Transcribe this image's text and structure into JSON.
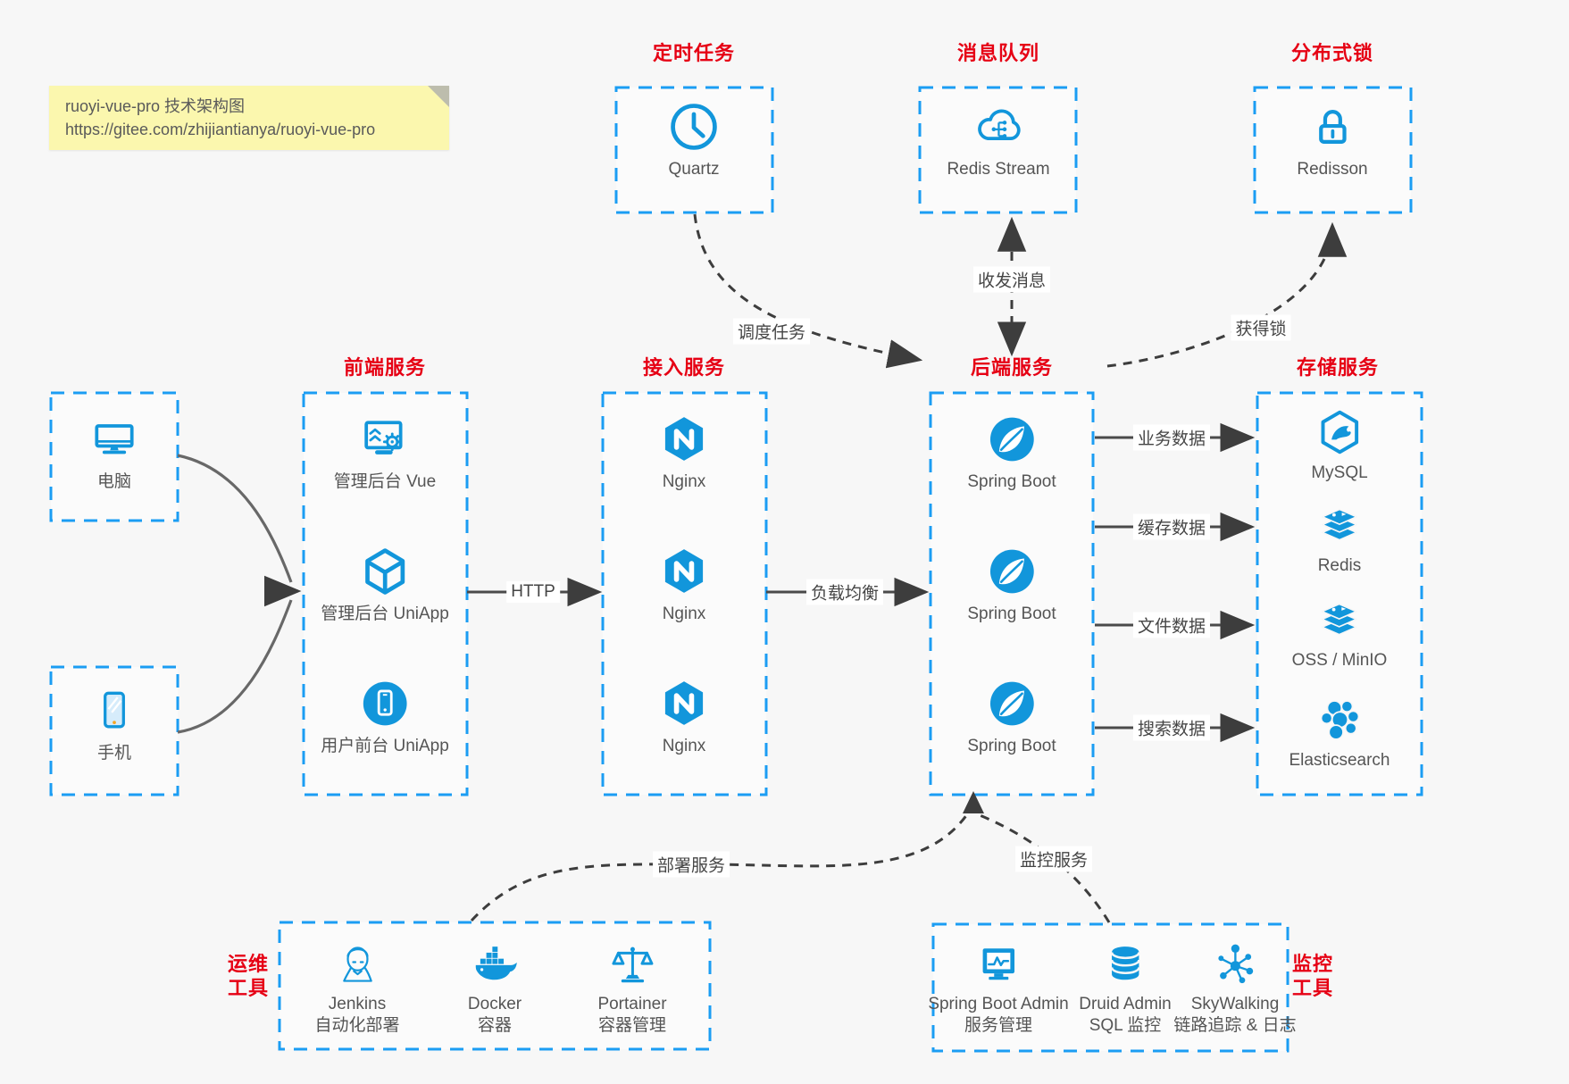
{
  "note": {
    "title": "ruoyi-vue-pro 技术架构图",
    "url": "https://gitee.com/zhijiantianya/ruoyi-vue-pro"
  },
  "colors": {
    "accent_blue": "#1296db",
    "border_blue": "#1b9df3",
    "title_red": "#e60014",
    "background": "#f7f7f7",
    "note_yellow": "#fbf7ae"
  },
  "top_groups": [
    {
      "title": "定时任务",
      "item": {
        "icon": "clock-icon",
        "label": "Quartz"
      }
    },
    {
      "title": "消息队列",
      "item": {
        "icon": "cloud-stream-icon",
        "label": "Redis Stream"
      }
    },
    {
      "title": "分布式锁",
      "item": {
        "icon": "lock-icon",
        "label": "Redisson"
      }
    }
  ],
  "clients": [
    {
      "icon": "desktop-icon",
      "label": "电脑"
    },
    {
      "icon": "mobile-icon",
      "label": "手机"
    }
  ],
  "columns": [
    {
      "title": "前端服务",
      "items": [
        {
          "icon": "admin-vue-icon",
          "label": "管理后台 Vue"
        },
        {
          "icon": "uniapp-cube-icon",
          "label": "管理后台 UniApp"
        },
        {
          "icon": "user-app-icon",
          "label": "用户前台 UniApp"
        }
      ]
    },
    {
      "title": "接入服务",
      "items": [
        {
          "icon": "nginx-icon",
          "label": "Nginx"
        },
        {
          "icon": "nginx-icon",
          "label": "Nginx"
        },
        {
          "icon": "nginx-icon",
          "label": "Nginx"
        }
      ]
    },
    {
      "title": "后端服务",
      "items": [
        {
          "icon": "spring-icon",
          "label": "Spring Boot"
        },
        {
          "icon": "spring-icon",
          "label": "Spring Boot"
        },
        {
          "icon": "spring-icon",
          "label": "Spring Boot"
        }
      ]
    },
    {
      "title": "存储服务",
      "items": [
        {
          "icon": "mysql-icon",
          "label": "MySQL"
        },
        {
          "icon": "redis-icon",
          "label": "Redis"
        },
        {
          "icon": "redis-icon",
          "label": "OSS / MinIO"
        },
        {
          "icon": "elasticsearch-icon",
          "label": "Elasticsearch"
        }
      ]
    }
  ],
  "bottom_groups": [
    {
      "title_line1": "运维",
      "title_line2": "工具",
      "items": [
        {
          "icon": "jenkins-icon",
          "name": "Jenkins",
          "sub": "自动化部署"
        },
        {
          "icon": "docker-icon",
          "name": "Docker",
          "sub": "容器"
        },
        {
          "icon": "portainer-icon",
          "name": "Portainer",
          "sub": "容器管理"
        }
      ]
    },
    {
      "title_line1": "监控",
      "title_line2": "工具",
      "items": [
        {
          "icon": "sba-icon",
          "name": "Spring Boot Admin",
          "sub": "服务管理"
        },
        {
          "icon": "druid-icon",
          "name": "Druid Admin",
          "sub": "SQL 监控"
        },
        {
          "icon": "skywalking-icon",
          "name": "SkyWalking",
          "sub": "链路追踪 & 日志"
        }
      ]
    }
  ],
  "edges": {
    "http": "HTTP",
    "load_balance": "负载均衡",
    "business_data": "业务数据",
    "cache_data": "缓存数据",
    "file_data": "文件数据",
    "search_data": "搜索数据",
    "schedule_task": "调度任务",
    "send_receive_message": "收发消息",
    "acquire_lock": "获得锁",
    "deploy_service": "部署服务",
    "monitor_service": "监控服务"
  }
}
